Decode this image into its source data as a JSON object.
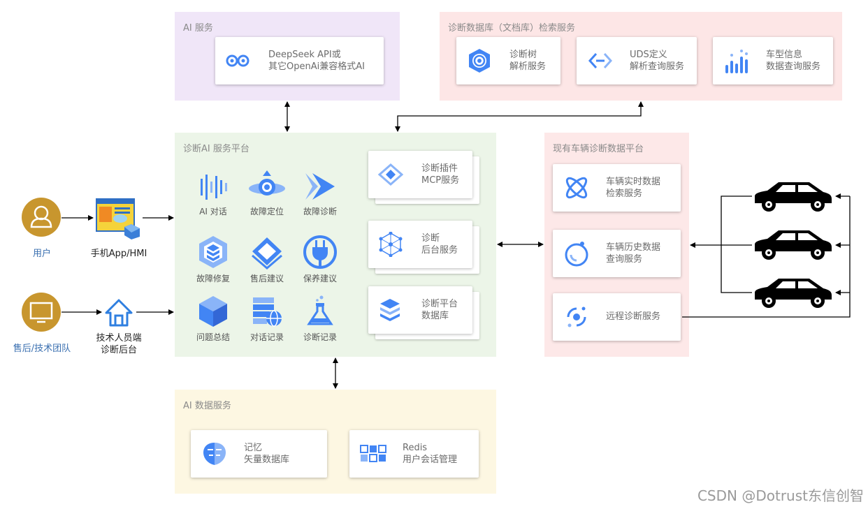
{
  "ai_services": {
    "title": "AI 服务",
    "deepseek": {
      "line1": "DeepSeek API或",
      "line2": "其它OpenAi兼容格式AI"
    }
  },
  "doc_db": {
    "title": "诊断数据库（文档库）检索服务",
    "cards": [
      {
        "line1": "诊断树",
        "line2": "解析服务"
      },
      {
        "line1": "UDS定义",
        "line2": "解析查询服务"
      },
      {
        "line1": "车型信息",
        "line2": "数据查询服务"
      }
    ]
  },
  "platform": {
    "title": "诊断AI 服务平台",
    "tools": [
      {
        "label": "AI 对话"
      },
      {
        "label": "故障定位"
      },
      {
        "label": "故障诊断"
      },
      {
        "label": "故障修复"
      },
      {
        "label": "售后建议"
      },
      {
        "label": "保养建议"
      },
      {
        "label": "问题总结"
      },
      {
        "label": "对话记录"
      },
      {
        "label": "诊断记录"
      }
    ],
    "services": [
      {
        "line1": "诊断插件",
        "line2": "MCP服务"
      },
      {
        "line1": "诊断",
        "line2": "后台服务"
      },
      {
        "line1": "诊断平台",
        "line2": "数据库"
      }
    ]
  },
  "vehicle_platform": {
    "title": "现有车辆诊断数据平台",
    "cards": [
      {
        "line1": "车辆实时数据",
        "line2": "检索服务"
      },
      {
        "line1": "车辆历史数据",
        "line2": "查询服务"
      },
      {
        "line1": "远程诊断服务",
        "line2": ""
      }
    ]
  },
  "ai_data": {
    "title": "AI 数据服务",
    "cards": [
      {
        "line1": "记忆",
        "line2": "矢量数据库"
      },
      {
        "line1": "Redis",
        "line2": "用户会话管理"
      }
    ]
  },
  "actors": {
    "user": "用户",
    "app": "手机App/HMI",
    "team": "售后/技术团队",
    "backend_line1": "技术人员端",
    "backend_line2": "诊断后台"
  },
  "watermark": "CSDN @Dotrust东信创智",
  "colors": {
    "ai_services_bg": "#f0e6f8",
    "doc_db_bg": "#fde6e6",
    "platform_bg": "#ecf5e8",
    "vehicle_bg": "#fde8e8",
    "ai_data_bg": "#fdf7e2",
    "icon_blue": "#4285f4",
    "actor_gold": "#c8962e"
  }
}
